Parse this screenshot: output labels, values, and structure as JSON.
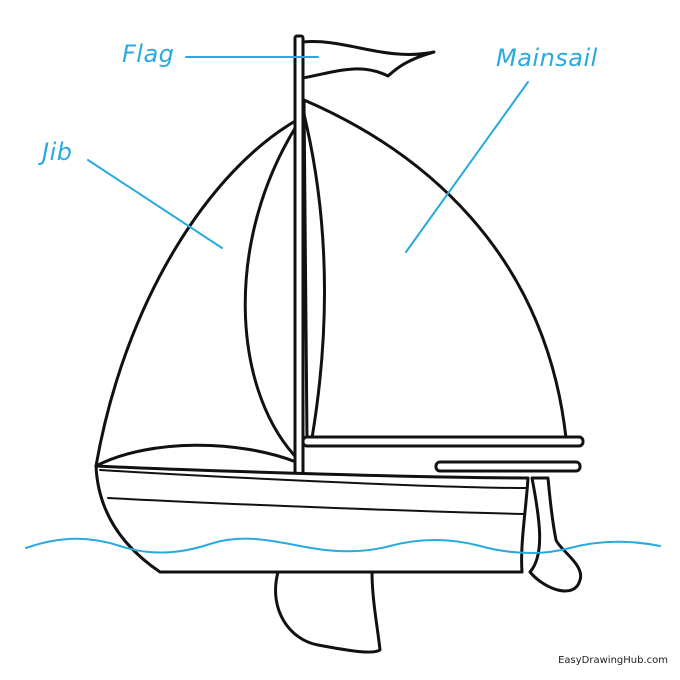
{
  "labels": {
    "flag": "Flag",
    "mainsail": "Mainsail",
    "jib": "Jib"
  },
  "watermark": "EasyDrawingHub.com",
  "colors": {
    "label": "#29a9e0",
    "leader_line": "#29a9e0",
    "water": "#29a9e0",
    "outline": "#111111",
    "background": "#ffffff"
  }
}
